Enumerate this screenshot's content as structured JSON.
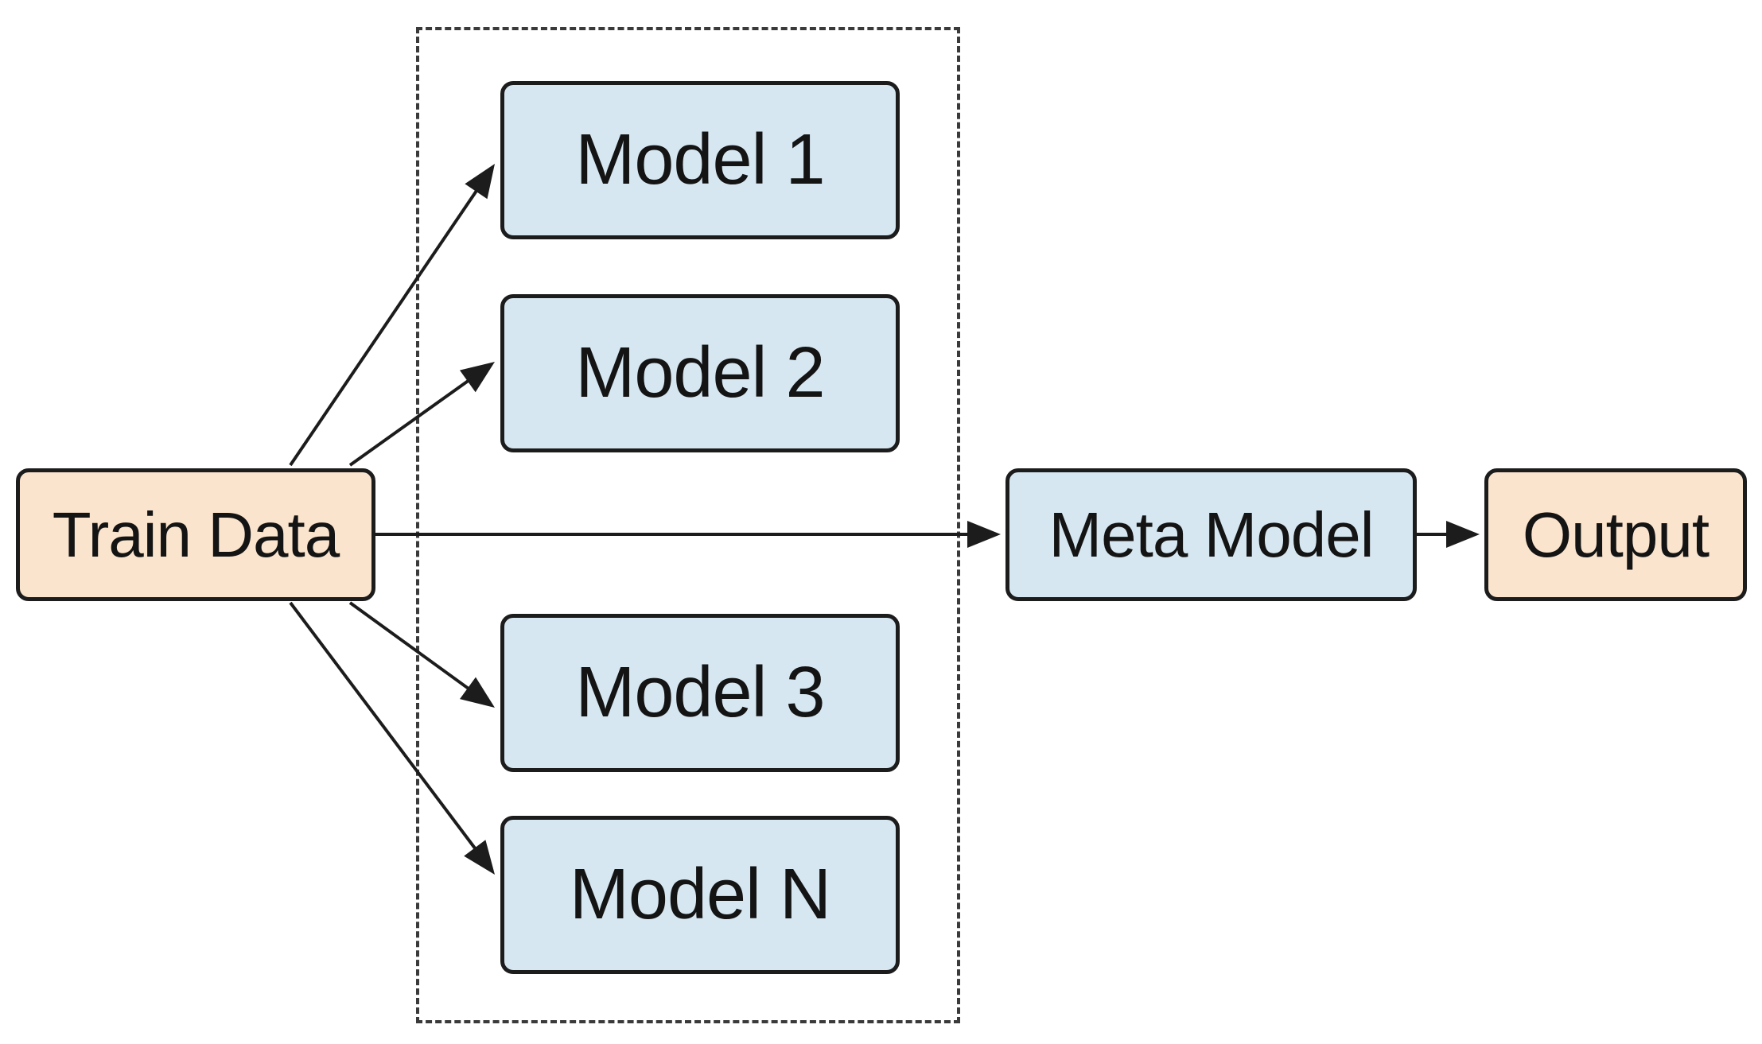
{
  "diagram": {
    "nodes": {
      "train_data": "Train Data",
      "model_1": "Model 1",
      "model_2": "Model 2",
      "model_3": "Model 3",
      "model_n": "Model N",
      "meta_model": "Meta Model",
      "output": "Output"
    },
    "edges": [
      {
        "from": "train_data",
        "to": "model_1"
      },
      {
        "from": "train_data",
        "to": "model_2"
      },
      {
        "from": "train_data",
        "to": "meta_model"
      },
      {
        "from": "train_data",
        "to": "model_3"
      },
      {
        "from": "train_data",
        "to": "model_n"
      },
      {
        "from": "meta_model",
        "to": "output"
      }
    ],
    "colors": {
      "input_output_fill": "#fbe4cd",
      "model_fill": "#d6e7f1",
      "stroke": "#1c1c1c"
    }
  }
}
